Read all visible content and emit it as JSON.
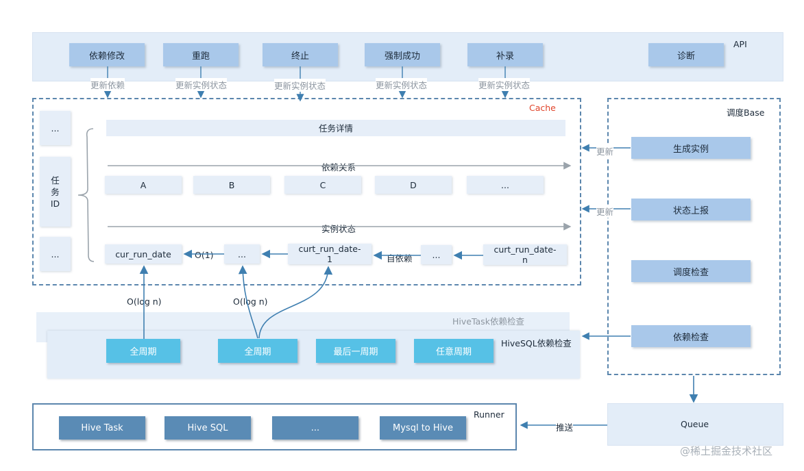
{
  "api": {
    "title": "API",
    "buttons": [
      "依赖修改",
      "重跑",
      "终止",
      "强制成功",
      "补录",
      "诊断"
    ],
    "arrow_labels": [
      "更新依赖",
      "更新实例状态",
      "更新实例状态",
      "更新实例状态",
      "更新实例状态"
    ]
  },
  "cache": {
    "title": "Cache",
    "left_top": "...",
    "left_mid_lines": [
      "任",
      "务",
      "ID"
    ],
    "left_bottom": "...",
    "task_detail": "任务详情",
    "dep_relation": "依赖关系",
    "dep_cells": [
      "A",
      "B",
      "C",
      "D",
      "..."
    ],
    "instance_state": "实例状态",
    "inst_cells": {
      "c1": "cur_run_date",
      "c2": "...",
      "c3_l1": "curt_run_date-",
      "c3_l2": "1",
      "c4": "...",
      "c5_l1": "curt_run_date-",
      "c5_l2": "n"
    },
    "o1_label": "O(1)",
    "self_dep_label": "自依赖"
  },
  "scheduler": {
    "title": "调度Base",
    "buttons": [
      "生成实例",
      "状态上报",
      "调度检查",
      "依赖检查"
    ],
    "update_labels": [
      "更新",
      "更新"
    ]
  },
  "checks": {
    "hivetask_title": "HiveTask依赖检查",
    "hivesql_title": "HiveSQL依赖检查",
    "olog_labels": [
      "O(log n)",
      "O(log n)"
    ],
    "buttons": [
      "全周期",
      "全周期",
      "最后一周期",
      "任意周期"
    ]
  },
  "queue": {
    "label": "Queue"
  },
  "runner": {
    "title": "Runner",
    "push_label": "推送",
    "buttons": [
      "Hive Task",
      "Hive SQL",
      "...",
      "Mysql to Hive"
    ]
  },
  "watermark": "@稀土掘金技术社区",
  "colors": {
    "accent": "#5b86ad",
    "arrow": "#3f7fb0",
    "cyan": "#56c1e6",
    "dark_button": "#5a8bb5"
  }
}
